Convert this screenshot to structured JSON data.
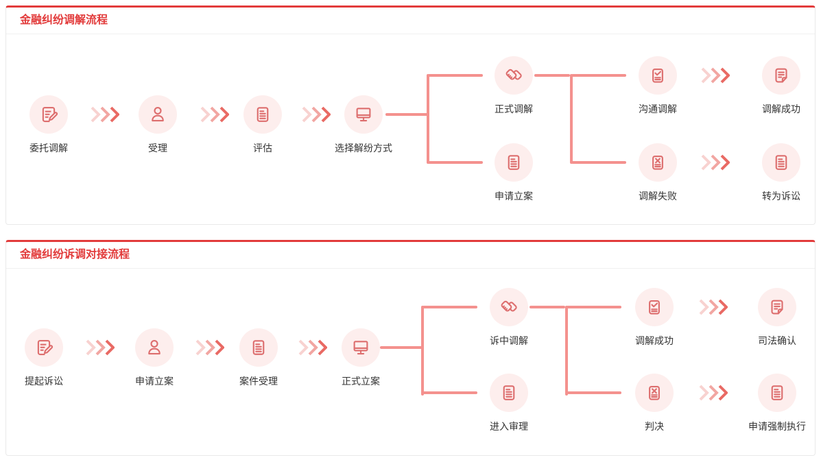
{
  "colors": {
    "accent_red": "#e23b3b",
    "connector": "#f4918e",
    "icon_stroke": "#dd6e6e",
    "circle_bg": "#fdeeed",
    "label_text": "#333333"
  },
  "panels": [
    {
      "title": "金融纠纷调解流程",
      "nodes": [
        {
          "label": "委托调解",
          "icon": "edit-document-icon"
        },
        {
          "label": "受理",
          "icon": "user-icon"
        },
        {
          "label": "评估",
          "icon": "document-icon"
        },
        {
          "label": "选择解纷方式",
          "icon": "monitor-icon"
        },
        {
          "label": "正式调解",
          "icon": "handshake-icon"
        },
        {
          "label": "申请立案",
          "icon": "document-icon"
        },
        {
          "label": "沟通调解",
          "icon": "document-check-icon"
        },
        {
          "label": "调解失败",
          "icon": "document-x-icon"
        },
        {
          "label": "调解成功",
          "icon": "document-fold-icon"
        },
        {
          "label": "转为诉讼",
          "icon": "document-icon"
        }
      ]
    },
    {
      "title": "金融纠纷诉调对接流程",
      "nodes": [
        {
          "label": "提起诉讼",
          "icon": "edit-document-icon"
        },
        {
          "label": "申请立案",
          "icon": "user-icon"
        },
        {
          "label": "案件受理",
          "icon": "document-icon"
        },
        {
          "label": "正式立案",
          "icon": "monitor-icon"
        },
        {
          "label": "诉中调解",
          "icon": "handshake-icon"
        },
        {
          "label": "进入审理",
          "icon": "document-icon"
        },
        {
          "label": "调解成功",
          "icon": "document-check-icon"
        },
        {
          "label": "判决",
          "icon": "document-x-icon"
        },
        {
          "label": "司法确认",
          "icon": "document-fold-icon"
        },
        {
          "label": "申请强制执行",
          "icon": "document-icon"
        }
      ]
    }
  ]
}
